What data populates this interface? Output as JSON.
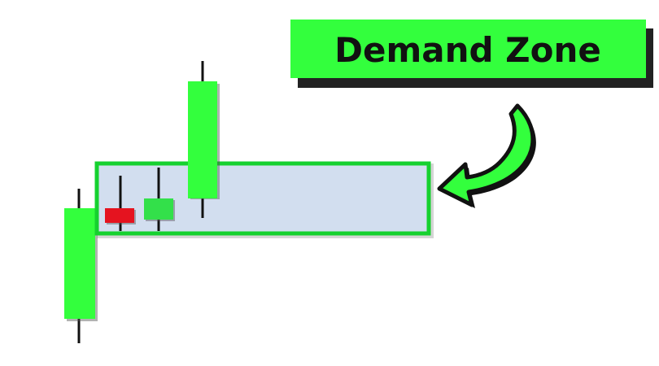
{
  "label": {
    "text": "Demand Zone",
    "fill_color": "#33ff3d",
    "shadow_color": "#222222",
    "text_color": "#111111"
  },
  "zone": {
    "fill_color": "#d2deef",
    "border_color": "#16d12f"
  },
  "candles": [
    {
      "name": "candle-1",
      "direction": "bullish",
      "color": "#33ff3d"
    },
    {
      "name": "candle-2",
      "direction": "bearish",
      "color": "#e5131f"
    },
    {
      "name": "candle-3",
      "direction": "bullish",
      "color": "#33e04a"
    },
    {
      "name": "candle-4",
      "direction": "bullish",
      "color": "#33ff3d"
    }
  ],
  "arrow": {
    "icon": "curved-arrow-icon",
    "fill_color": "#33ff3d",
    "outline_color": "#111111"
  }
}
